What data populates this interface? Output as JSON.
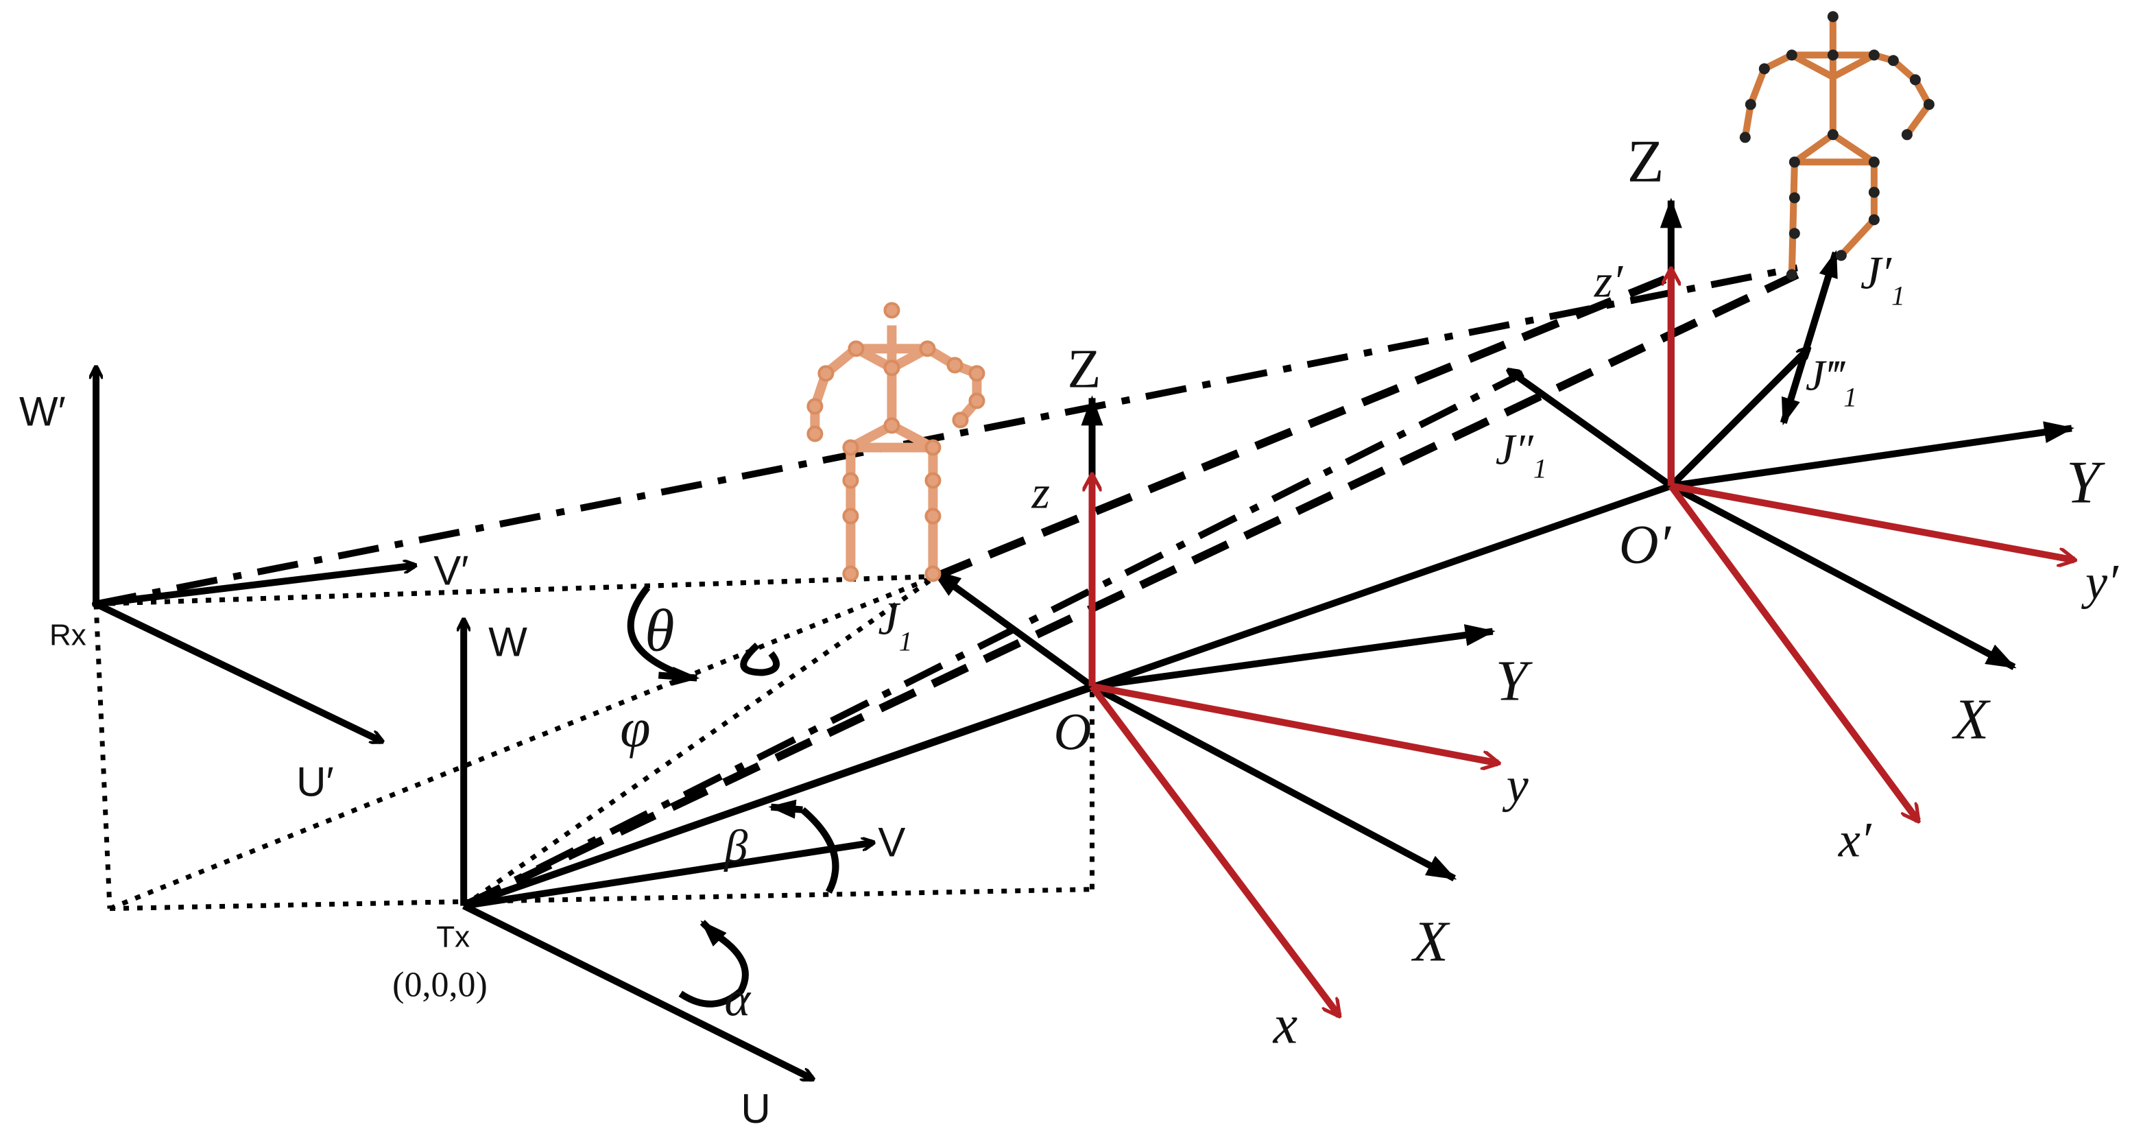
{
  "labels": {
    "w_prime": "W′",
    "v_prime": "V′",
    "u_prime": "U′",
    "rx": "Rx",
    "w": "W",
    "v": "V",
    "u": "U",
    "tx": "Tx",
    "origin_coords": "(0,0,0)",
    "theta": "θ",
    "phi": "φ",
    "beta": "β",
    "alpha": "α",
    "j1": "J",
    "j1_sub": "1",
    "j1_double": "J″",
    "j1_double_sub": "1",
    "j1_prime": "J′",
    "j1_prime_sub": "1",
    "j1_triple": "J‴",
    "j1_triple_sub": "1",
    "Z_o": "Z",
    "z_o": "z",
    "Y_o": "Y",
    "y_o": "y",
    "X_o": "X",
    "x_o": "x",
    "O": "O",
    "Z_op": "Z",
    "z_op": "z′",
    "Y_op": "Y",
    "y_op": "y′",
    "X_op": "X",
    "x_op": "x′",
    "O_prime": "O′"
  },
  "colors": {
    "black_axes": "#000000",
    "red_axes": "#b52025",
    "skeleton_near": "#e4a07a",
    "skeleton_far": "#d07a3f"
  }
}
